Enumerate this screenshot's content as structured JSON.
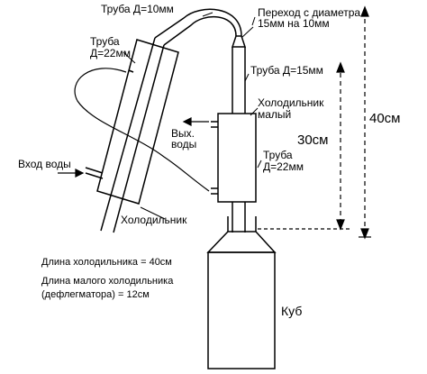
{
  "labels": {
    "pipe_10mm": "Труба Д=10мм",
    "transition_line1": "Переход с диаметра",
    "transition_line2": "15мм на 10мм",
    "pipe_22mm_line1": "Труба",
    "pipe_22mm_line2": "Д=22мм",
    "pipe_15mm": "Труба Д=15мм",
    "small_cooler_line1": "Холодильник",
    "small_cooler_line2": "малый",
    "water_out_line1": "Вых.",
    "water_out_line2": "воды",
    "water_in": "Вход воды",
    "pipe_22mm_right_line1": "Труба",
    "pipe_22mm_right_line2": "Д=22мм",
    "cooler": "Холодильник",
    "dim_40": "40см",
    "dim_30": "30см",
    "note_cooler_length": "Длина холодильника = 40см",
    "note_small_cooler_line1": "Длина малого холодильника",
    "note_small_cooler_line2": "(дефлегматора) = 12см",
    "cube": "Куб"
  },
  "colors": {
    "line": "#000000",
    "background": "#ffffff"
  }
}
